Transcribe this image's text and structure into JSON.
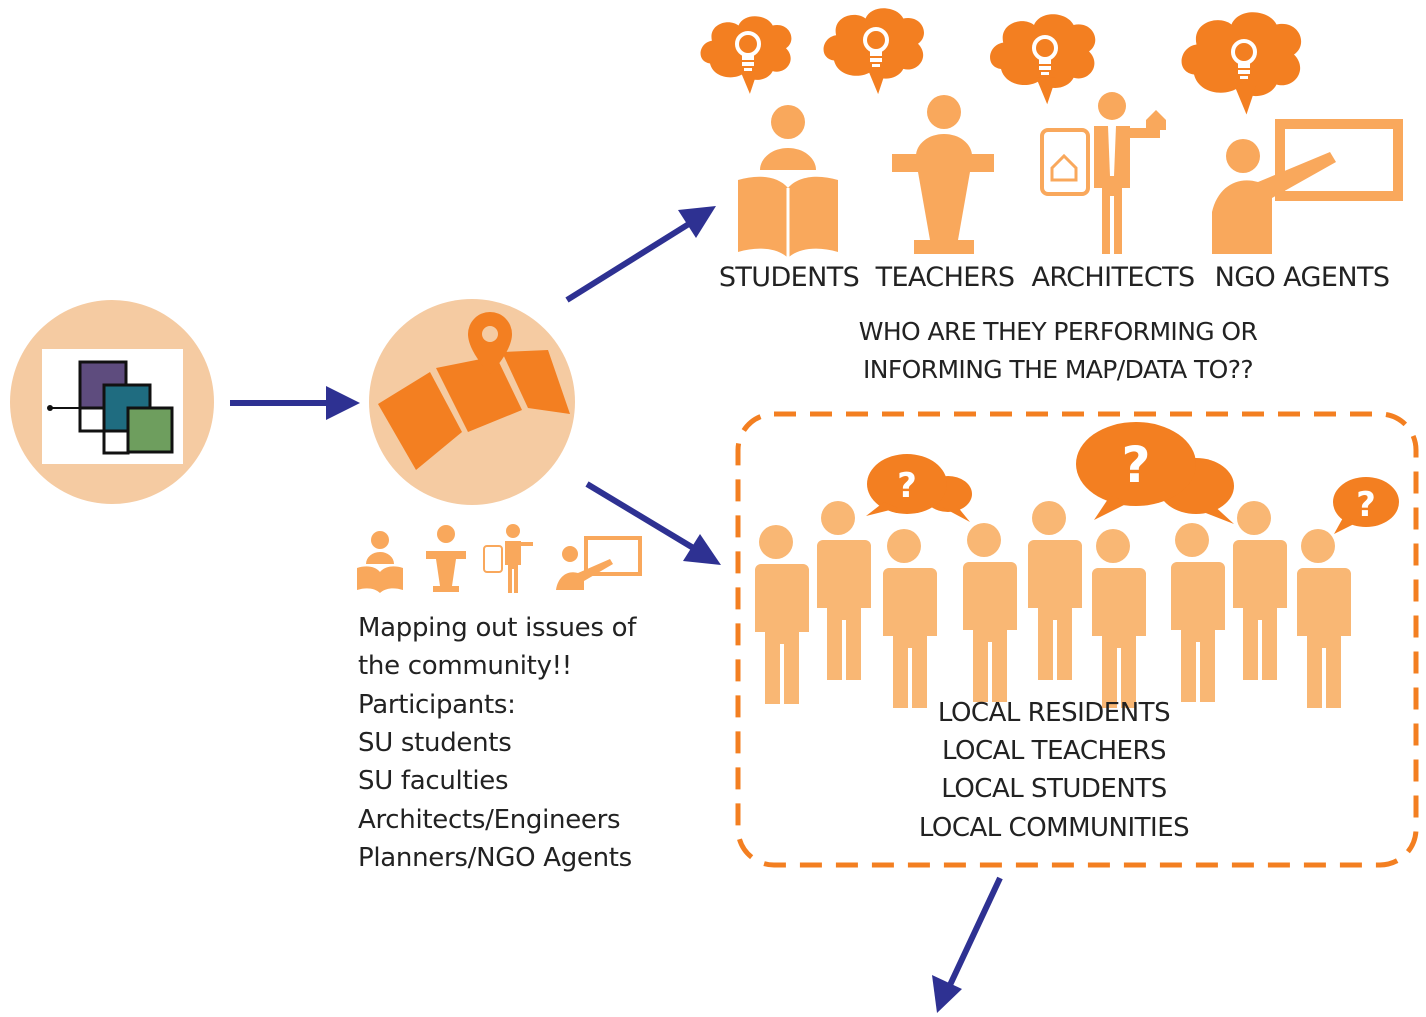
{
  "roles": [
    {
      "label": "STUDENTS",
      "icon": "student-reading-icon"
    },
    {
      "label": "TEACHERS",
      "icon": "teacher-podium-icon"
    },
    {
      "label": "ARCHITECTS",
      "icon": "architect-plans-icon"
    },
    {
      "label": "NGO AGENTS",
      "icon": "presenter-board-icon"
    }
  ],
  "question_lines": [
    "WHO ARE THEY PERFORMING OR",
    "INFORMING THE MAP/DATA TO??"
  ],
  "description_lines": [
    "Mapping out issues of",
    "the community!!",
    "Participants:",
    "SU students",
    "SU faculties",
    "Architects/Engineers",
    "Planners/NGO Agents"
  ],
  "local_lines": [
    "LOCAL RESIDENTS",
    "LOCAL TEACHERS",
    "LOCAL STUDENTS",
    "LOCAL COMMUNITIES"
  ],
  "bubble_glyph": "?",
  "colors": {
    "orange": "#F37F21",
    "light_orange": "#F9B774",
    "circle_fill": "#F5CBA2",
    "arrow": "#2E3192",
    "logo_purple": "#5E4C7E",
    "logo_teal": "#1F6C80",
    "logo_green": "#6E9E5E"
  }
}
